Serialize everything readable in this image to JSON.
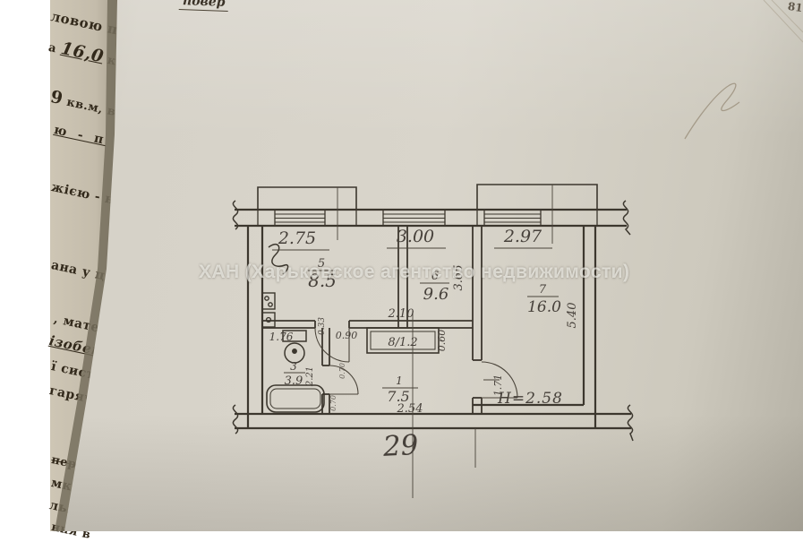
{
  "photo": {
    "watermark": "ХАН (Харьковское агентство недвижимости)",
    "page_corner_mark": "81",
    "top_fragment": "повер"
  },
  "side_text": {
    "fragments": [
      "ловою пл",
      "кв.м, ви",
      "ю  -  п",
      "жією - на",
      "ана у ці",
      ", матері",
      "ізобетон",
      "ї систем",
      "гарячим)",
      "передени",
      "мками",
      "льним",
      "ння в"
    ],
    "area_line_pre": "а",
    "area_line_num": "16,0",
    "area_line_post": "кв.м.",
    "num9": "9"
  },
  "plan": {
    "apartment_number": "29",
    "height_note": "Н=2.58",
    "rooms": {
      "kitchen": {
        "number": "5",
        "area": "8.5"
      },
      "living1": {
        "number": "6",
        "area": "9.6"
      },
      "living2": {
        "number": "7",
        "area": "16.0"
      },
      "hall": {
        "number": "1",
        "area": "7.5"
      },
      "bath": {
        "number": "3",
        "area": "3.9"
      },
      "closet": "8/1.2"
    },
    "dims": {
      "kitchen_width": "2.75",
      "living1_width": "3.00",
      "living2_width": "2.97",
      "living2_depth": "5.40",
      "living1_depth": "3.65",
      "closet_width": "2.10",
      "closet_depth": "0.60",
      "hall_width": "2.54",
      "living2_door": "1.71",
      "bath_width": "1.76",
      "bath_depth": "2.21",
      "kitchen_door": "0.90",
      "pier": "0.33",
      "door_small_a": "0.70",
      "door_small_b": "0.70"
    }
  }
}
